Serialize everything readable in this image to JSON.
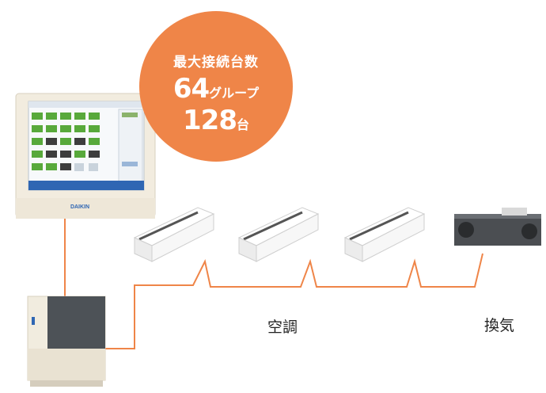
{
  "badge": {
    "line1": "最大接続台数",
    "groups_num": "64",
    "groups_unit": "グループ",
    "units_num": "128",
    "units_unit": "台"
  },
  "labels": {
    "air_conditioning": "空調",
    "ventilation": "換気"
  },
  "controller": {
    "brand": "DAIKIN"
  },
  "colors": {
    "accent": "#ef8548",
    "wire": "#ef8548",
    "controller_body": "#f2ecdf",
    "screen_blue": "#2f66b3"
  },
  "icons": [
    "touch-controller-icon",
    "outdoor-unit-icon",
    "ceiling-ac-unit-icon",
    "ventilation-unit-icon"
  ]
}
